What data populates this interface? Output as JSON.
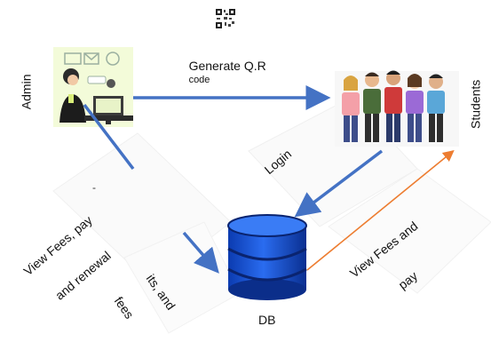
{
  "nodes": {
    "admin": {
      "label": "Admin"
    },
    "students": {
      "label": "Students"
    },
    "db": {
      "label": "DB"
    }
  },
  "edges": {
    "generate_qr": {
      "label_main": "Generate Q.R",
      "label_small": "code"
    },
    "login": {
      "label": "Login"
    },
    "view_fees_pay_renewal": {
      "label_line1": "View Fees, pay",
      "label_line2": "and renewal"
    },
    "students_fees": {
      "label_line1": "its, and",
      "label_line2": "fees"
    },
    "view_fees_and_pay": {
      "label_line1": "View Fees and",
      "label_line2": "pay"
    }
  },
  "colors": {
    "arrow_blue": "#4472c4",
    "arrow_orange": "#ed7d31",
    "db_blue": "#1f5fe0",
    "db_dark": "#0b2e8a"
  },
  "icons": [
    "qr-code-icon",
    "admin-desk-icon",
    "students-group-icon",
    "database-icon"
  ]
}
